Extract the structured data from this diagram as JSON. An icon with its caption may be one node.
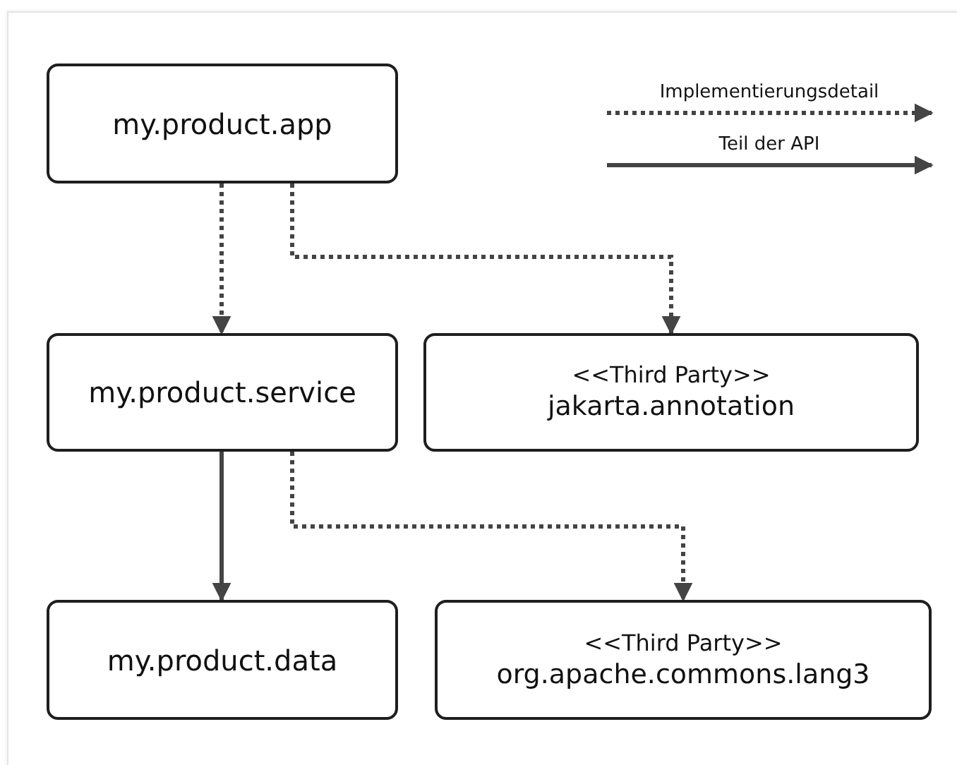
{
  "diagram": {
    "nodes": [
      {
        "text": [
          "my.product.app"
        ]
      },
      {
        "text": [
          "my.product.service"
        ]
      },
      {
        "text": [
          "<<Third Party>>",
          "jakarta.annotation"
        ]
      },
      {
        "text": [
          "my.product.data"
        ]
      },
      {
        "text": [
          "<<Third Party>>",
          "org.apache.commons.lang3"
        ]
      }
    ],
    "edges": [
      {
        "from": 0,
        "to": 1,
        "arrow": "to",
        "style": "dashed"
      },
      {
        "from": 0,
        "to": 2,
        "arrow": "to",
        "style": "dashed"
      },
      {
        "from": 1,
        "to": 3,
        "arrow": "to"
      },
      {
        "from": 1,
        "to": 4,
        "arrow": "to",
        "style": "dashed"
      }
    ],
    "legend": [
      {
        "text": "Implementierungsdetail"
      },
      {
        "text": "Teil der API"
      }
    ]
  }
}
